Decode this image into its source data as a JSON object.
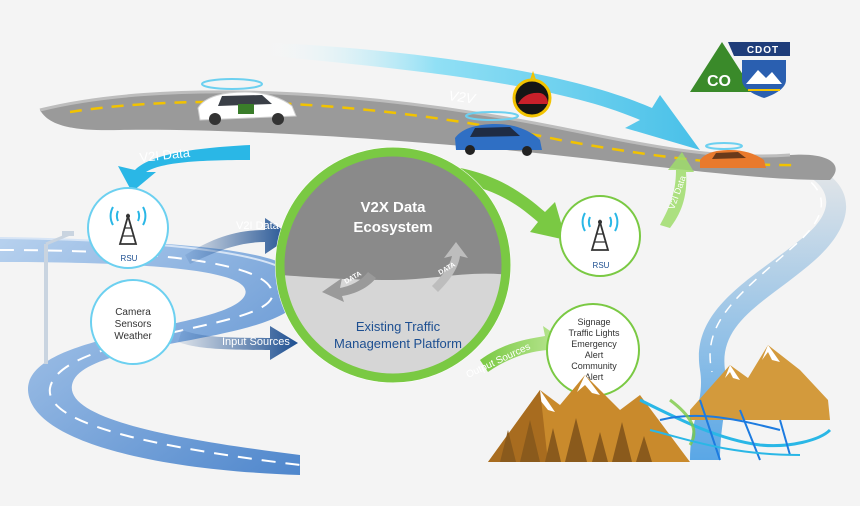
{
  "logo": {
    "acronym": "CDOT",
    "state": "CO"
  },
  "arrows": {
    "v2v": "V2V",
    "v2i_left": "V2I Data",
    "v2i_input": "V2I Data",
    "input_sources": "Input Sources",
    "output_sources": "Output Sources",
    "v2i_right": "V2I Data"
  },
  "center": {
    "title_line1": "V2X Data",
    "title_line2": "Ecosystem",
    "platform_line1": "Existing Traffic",
    "platform_line2": "Management Platform",
    "data_left": "DATA",
    "data_right": "DATA"
  },
  "rsu_left": {
    "label": "RSU"
  },
  "rsu_right": {
    "label": "RSU"
  },
  "sources": {
    "lines": [
      "Camera",
      "Sensors",
      "Weather"
    ]
  },
  "outputs": {
    "lines": [
      "Signage",
      "Traffic Lights",
      "Emergency",
      "Alert",
      "Community",
      "Alert"
    ]
  },
  "colors": {
    "v2i_arrow": "#2ab7e6",
    "input_arrow": "#1d4f91",
    "output_arrow": "#7ac943",
    "ring": "#7ac943",
    "top_half": "#8a8a8a",
    "bottom_half": "#d6d6d6",
    "platform_text": "#1d4f91"
  }
}
